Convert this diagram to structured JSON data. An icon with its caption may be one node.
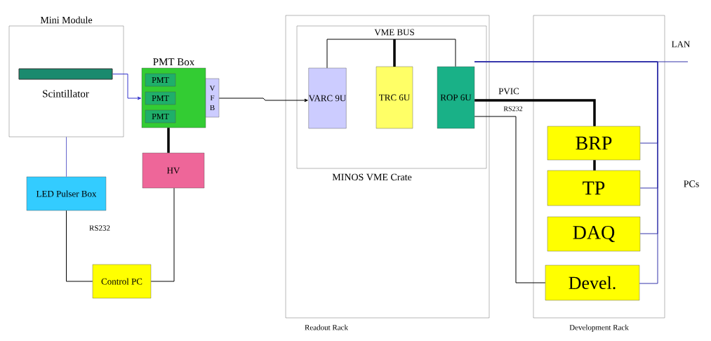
{
  "diagram": {
    "nodes": [
      {
        "text": [
          "Mini Module"
        ]
      },
      {
        "text": [
          "Scintillator"
        ],
        "in": 0
      },
      {
        "text": [
          "PMT Box"
        ]
      },
      {
        "text": [
          "PMT"
        ],
        "in": 2
      },
      {
        "text": [
          "PMT"
        ],
        "in": 2
      },
      {
        "text": [
          "PMT"
        ],
        "in": 2
      },
      {
        "text": [
          "V F B"
        ]
      },
      {
        "text": [
          "HV"
        ]
      },
      {
        "text": [
          "LED Pulser Box"
        ]
      },
      {
        "text": [
          "Control PC"
        ]
      },
      {
        "text": [
          "Readout Rack"
        ]
      },
      {
        "text": [
          "MINOS VME Crate"
        ],
        "in": 10
      },
      {
        "text": [
          "VARC 9U"
        ],
        "in": 11
      },
      {
        "text": [
          "TRC 6U"
        ],
        "in": 11
      },
      {
        "text": [
          "ROP 6U"
        ],
        "in": 11
      },
      {
        "text": [
          "Development Rack"
        ]
      },
      {
        "text": [
          "BRP"
        ],
        "in": 15
      },
      {
        "text": [
          "TP"
        ],
        "in": 15
      },
      {
        "text": [
          "DAQ"
        ],
        "in": 15
      },
      {
        "text": [
          "Devel."
        ],
        "in": 15
      }
    ],
    "edges": [
      {
        "from": 1,
        "to": 2,
        "arrow": "to",
        "color": "#3333cc"
      },
      {
        "from": 0,
        "to": 8,
        "arrow": "none",
        "color": "#6666cc"
      },
      {
        "from": 2,
        "to": 7,
        "arrow": "none",
        "style": "thick"
      },
      {
        "from": 8,
        "to": 9,
        "arrow": "none",
        "label": "RS232"
      },
      {
        "from": 7,
        "to": 9,
        "arrow": "none"
      },
      {
        "from": 6,
        "to": 12,
        "arrow": "to"
      },
      {
        "from": 13,
        "to": 12,
        "arrow": "none"
      },
      {
        "from": 13,
        "to": 14,
        "arrow": "none"
      },
      {
        "from": 14,
        "to": 16,
        "arrow": "none",
        "style": "thick",
        "label": "PVIC"
      },
      {
        "from": 16,
        "to": 17,
        "arrow": "none",
        "style": "thick"
      },
      {
        "from": 14,
        "to": 19,
        "arrow": "none",
        "label": "RS232"
      },
      {
        "from": 14,
        "to": 16,
        "arrow": "none",
        "color": "#3333aa"
      },
      {
        "from": 14,
        "to": 17,
        "arrow": "none",
        "color": "#3333aa"
      },
      {
        "from": 14,
        "to": 18,
        "arrow": "none",
        "color": "#3333aa"
      },
      {
        "from": 14,
        "to": 19,
        "arrow": "none",
        "color": "#3333aa"
      },
      {
        "from": 14,
        "to": null,
        "arrow": "none",
        "color": "#3333aa",
        "label": "LAN"
      }
    ],
    "labels": [
      "VME BUS",
      "PCs"
    ]
  }
}
